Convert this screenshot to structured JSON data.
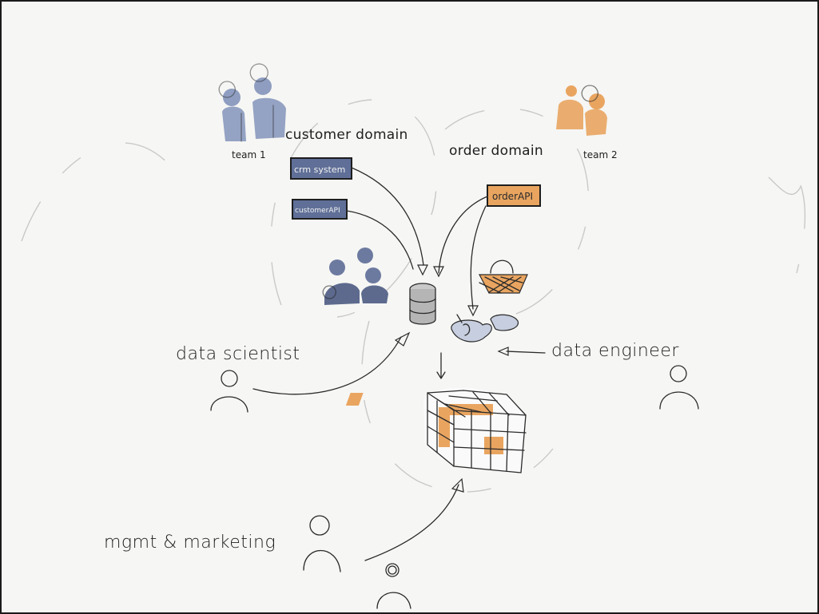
{
  "diagram": {
    "teams": [
      {
        "label": "team 1",
        "color": "#7f8fb5"
      },
      {
        "label": "team 2",
        "color": "#e9a560"
      }
    ],
    "domains": [
      {
        "label": "customer domain"
      },
      {
        "label": "order domain"
      }
    ],
    "systems": [
      {
        "label": "crm system",
        "domain": "customer domain"
      },
      {
        "label": "customerAPI",
        "domain": "customer domain"
      },
      {
        "label": "orderAPI",
        "domain": "order domain"
      }
    ],
    "roles": [
      {
        "label": "data scientist"
      },
      {
        "label": "data engineer"
      },
      {
        "label": "mgmt & marketing"
      }
    ],
    "colors": {
      "customer": "#7f8fb5",
      "order": "#e9a560",
      "ink": "#1e1e1e",
      "box_fill": "#5f6f97"
    }
  }
}
